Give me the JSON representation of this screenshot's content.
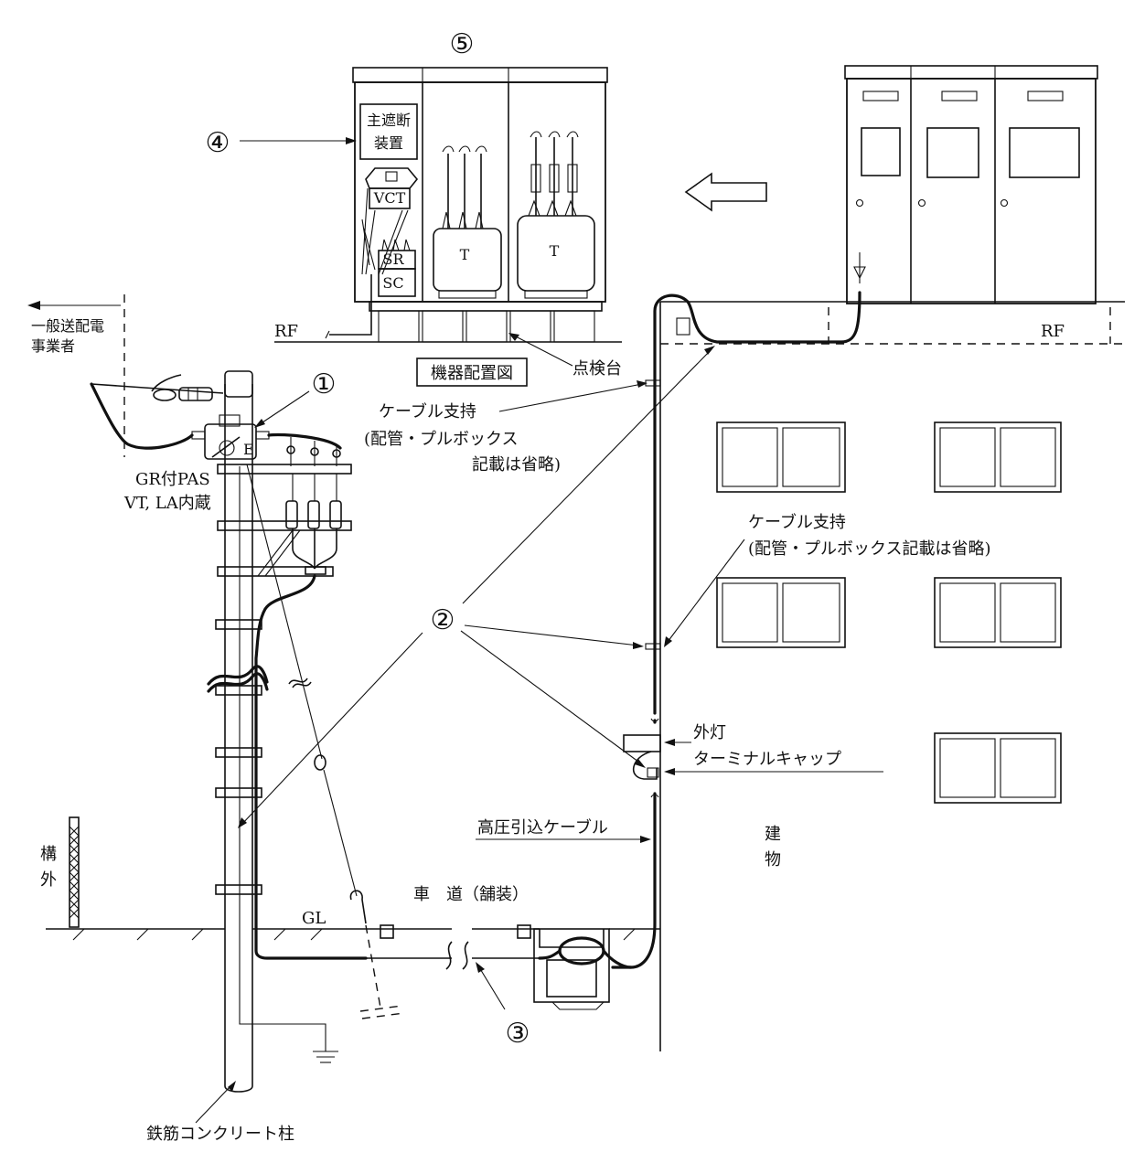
{
  "labels": {
    "num1": "①",
    "num2": "②",
    "num3": "③",
    "num4": "④",
    "num5": "⑤",
    "main_breaker_l1": "主遮断",
    "main_breaker_l2": "装置",
    "vct": "VCT",
    "sr": "SR",
    "sc": "SC",
    "t1": "T",
    "t2": "T",
    "rf_left": "RF",
    "rf_right": "RF",
    "equipment_layout": "機器配置図",
    "inspection_stand": "点検台",
    "utility_l1": "一般送配電",
    "utility_l2": "事業者",
    "pas_l1": "GR付PAS",
    "pas_l2": "VT, LA内蔵",
    "pas_e": "E",
    "cable_support1_l1": "ケーブル支持",
    "cable_support1_l2": "(配管・プルボックス",
    "cable_support1_l3": "記載は省略)",
    "cable_support2_l1": "ケーブル支持",
    "cable_support2_l2": "(配管・プルボックス記載は省略)",
    "outdoor_light": "外灯",
    "terminal_cap": "ターミナルキャップ",
    "hv_cable": "高圧引込ケーブル",
    "building_l1": "建",
    "building_l2": "物",
    "outside_l1": "構",
    "outside_l2": "外",
    "gl": "GL",
    "roadway": "車　道（舗装）",
    "pole": "鉄筋コンクリート柱"
  }
}
